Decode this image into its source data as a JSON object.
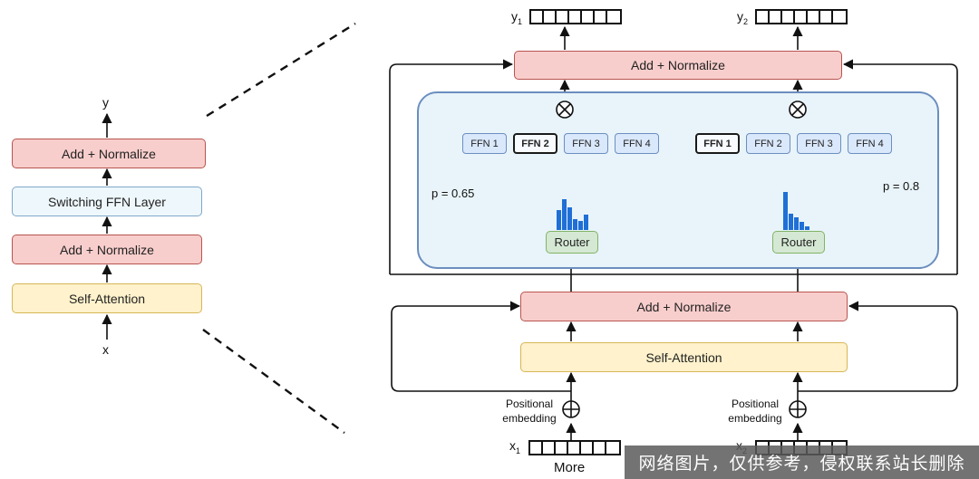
{
  "left": {
    "output": "y",
    "input": "x",
    "add_norm_top": "Add + Normalize",
    "switching": "Switching FFN Layer",
    "add_norm_bottom": "Add + Normalize",
    "self_attention": "Self-Attention"
  },
  "right": {
    "add_norm_top": "Add + Normalize",
    "add_norm_bottom": "Add + Normalize",
    "self_attention": "Self-Attention",
    "router_left": "Router",
    "router_right": "Router",
    "prob_left": "p = 0.65",
    "prob_right": "p = 0.8",
    "out_left_main": "y",
    "out_left_sub": "1",
    "out_right_main": "y",
    "out_right_sub": "2",
    "in_left_main": "x",
    "in_left_sub": "1",
    "in_right_main": "x",
    "in_right_sub": "2",
    "token_left": "More",
    "pos_emb_left": "Positional embedding",
    "pos_emb_right": "Positional embedding",
    "experts_left": [
      "FFN 1",
      "FFN 2",
      "FFN 3",
      "FFN 4"
    ],
    "experts_right": [
      "FFN 1",
      "FFN 2",
      "FFN 3",
      "FFN 4"
    ],
    "selected_left": 1,
    "selected_right": 0
  },
  "watermark": "网络图片，仅供参考，侵权联系站长删除",
  "colors": {
    "norm_fill": "#f8cecc",
    "attention_fill": "#fff2cc",
    "switch_fill": "#eef7fb",
    "router_fill": "#d5e8d4",
    "expert_fill": "#dae8fc",
    "moe_panel_fill": "#e8f4fa",
    "histogram": "#1f6fd6"
  }
}
